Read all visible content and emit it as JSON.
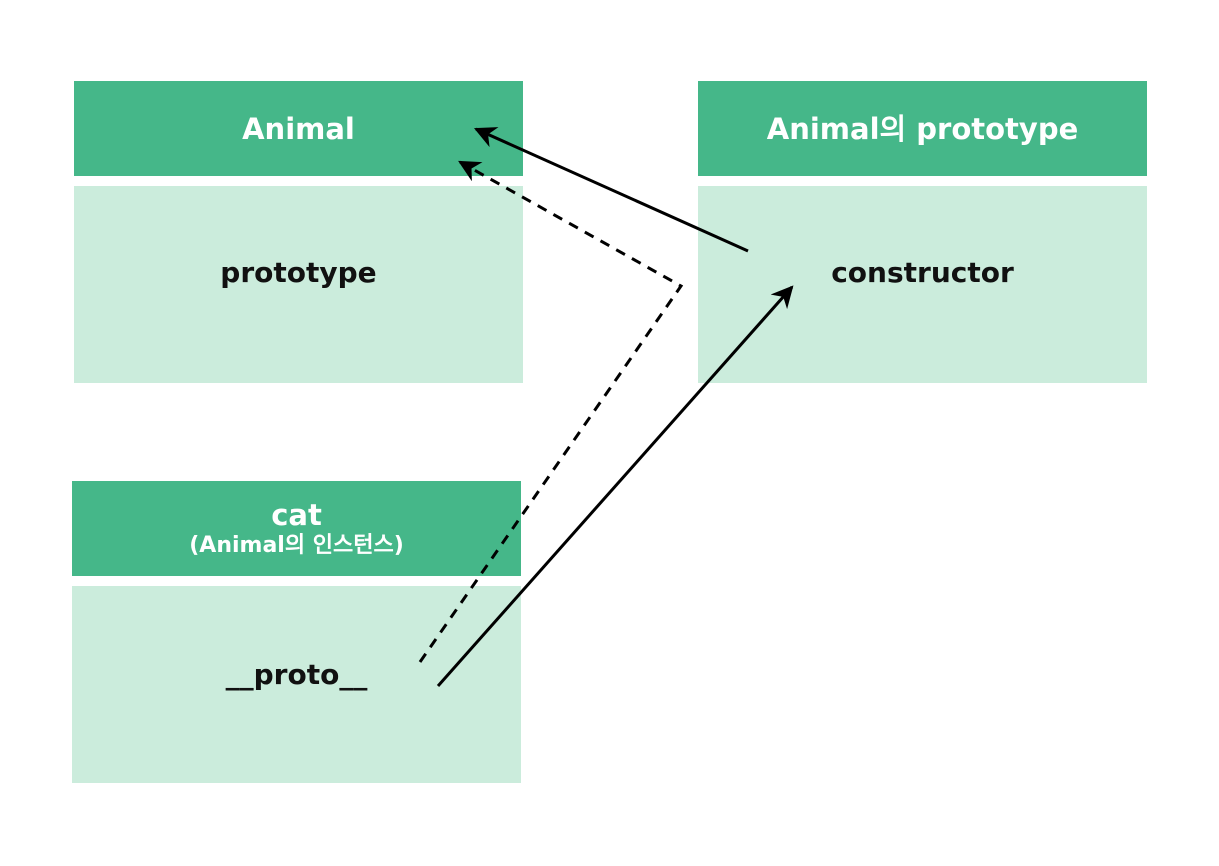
{
  "animal": {
    "title": "Animal",
    "property": "prototype"
  },
  "animal_prototype": {
    "title": "Animal의 prototype",
    "property": "constructor"
  },
  "cat": {
    "title": "cat",
    "subtitle": "(Animal의 인스턴스)",
    "property": "__proto__"
  },
  "colors": {
    "header": "#45b789",
    "body": "#cbecdc",
    "arrow": "#000000"
  }
}
